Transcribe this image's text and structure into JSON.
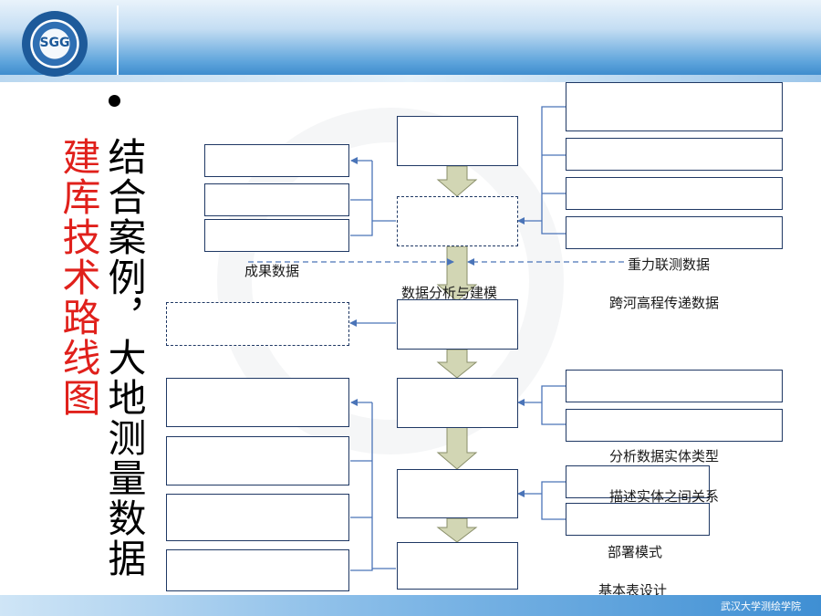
{
  "title": {
    "line1": "结合案例，大地测量数据",
    "line2": "建库技术路线图"
  },
  "labels": {
    "results_data": "成果数据",
    "gravity_data": "重力联测数据",
    "analysis_modeling": "数据分析与建模",
    "river_data": "跨河高程传递数据",
    "entity_type": "分析数据实体类型",
    "entity_relation": "描述实体之间关系",
    "deploy_mode": "部署模式",
    "base_table": "基本表设计"
  },
  "footer": "武汉大学测绘学院",
  "colors": {
    "title_red": "#e0201b",
    "box_border": "#1f3864",
    "arrow_fill": "#d2d6b4",
    "connector": "#4a74b8"
  }
}
